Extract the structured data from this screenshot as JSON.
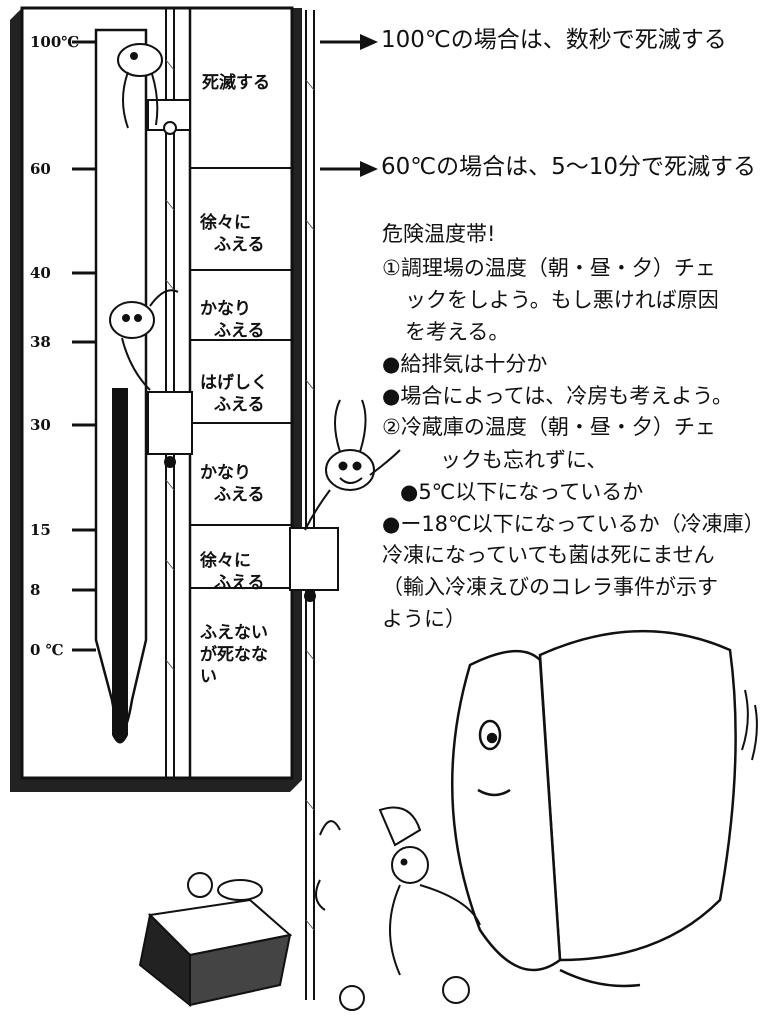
{
  "thermometer": {
    "ticks": [
      {
        "label": "100℃",
        "value": 100
      },
      {
        "label": "60",
        "value": 60
      },
      {
        "label": "40",
        "value": 40
      },
      {
        "label": "38",
        "value": 38
      },
      {
        "label": "30",
        "value": 30
      },
      {
        "label": "15",
        "value": 15
      },
      {
        "label": "8",
        "value": 8
      },
      {
        "label": "0 ℃",
        "value": 0
      }
    ],
    "zones": [
      {
        "lines": [
          "死滅する"
        ]
      },
      {
        "lines": [
          "徐々に",
          "ふえる"
        ]
      },
      {
        "lines": [
          "かなり",
          "ふえる"
        ]
      },
      {
        "lines": [
          "はげしく",
          "ふえる"
        ]
      },
      {
        "lines": [
          "かなり",
          "ふえる"
        ]
      },
      {
        "lines": [
          "徐々に",
          "ふえる"
        ]
      },
      {
        "lines": [
          "ふえない",
          "が死なな",
          "い"
        ]
      }
    ]
  },
  "callouts": {
    "c100": "100℃の場合は、数秒で死滅する",
    "c60": "60℃の場合は、5〜10分で死滅する"
  },
  "notes": {
    "title": "危険温度帯!",
    "item1_line1": "①調理場の温度（朝・昼・夕）チェ",
    "item1_line2": "ックをしよう。もし悪ければ原因",
    "item1_line3": "を考える。",
    "bullet1": "●給排気は十分か",
    "bullet2": "●場合によっては、冷房も考えよう。",
    "item2_line1": "②冷蔵庫の温度（朝・昼・夕）チェ",
    "item2_line2": "ックも忘れずに、",
    "bullet3": "●5℃以下になっているか",
    "bullet4": "●ー18℃以下になっているか（冷凍庫）",
    "warn1": "冷凍になっていても菌は死にません",
    "warn2": "（輸入冷凍えびのコレラ事件が示す",
    "warn3": "ように）"
  }
}
